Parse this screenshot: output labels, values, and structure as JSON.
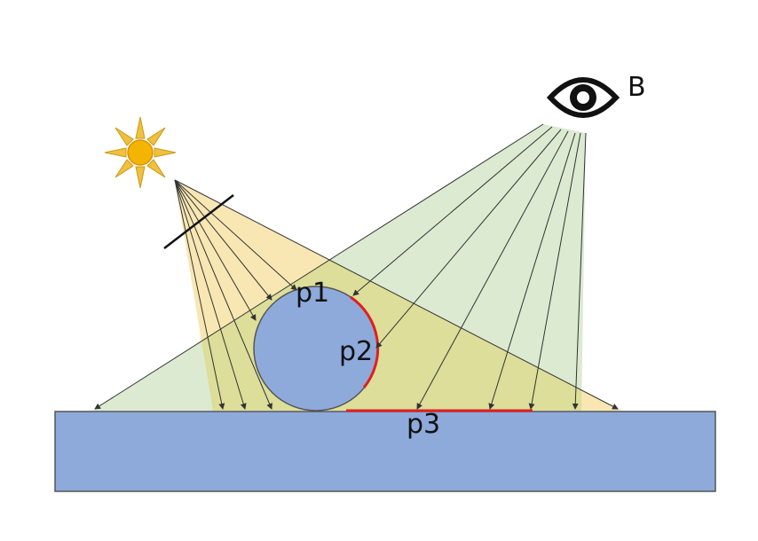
{
  "labels": {
    "eye": "B",
    "point1": "p1",
    "point2": "p2",
    "point3": "p3"
  },
  "colors": {
    "light_beam": "#f7e3a6",
    "view_frustum": "#cfe3c2",
    "overlap": "#d3dc92",
    "sphere": "#8eaadb",
    "ground": "#8eaadb",
    "highlight": "#e02020",
    "sun": "#f4b400",
    "ray": "#333333"
  },
  "icons": {
    "light_source": "sun-icon",
    "viewer": "eye-icon"
  }
}
